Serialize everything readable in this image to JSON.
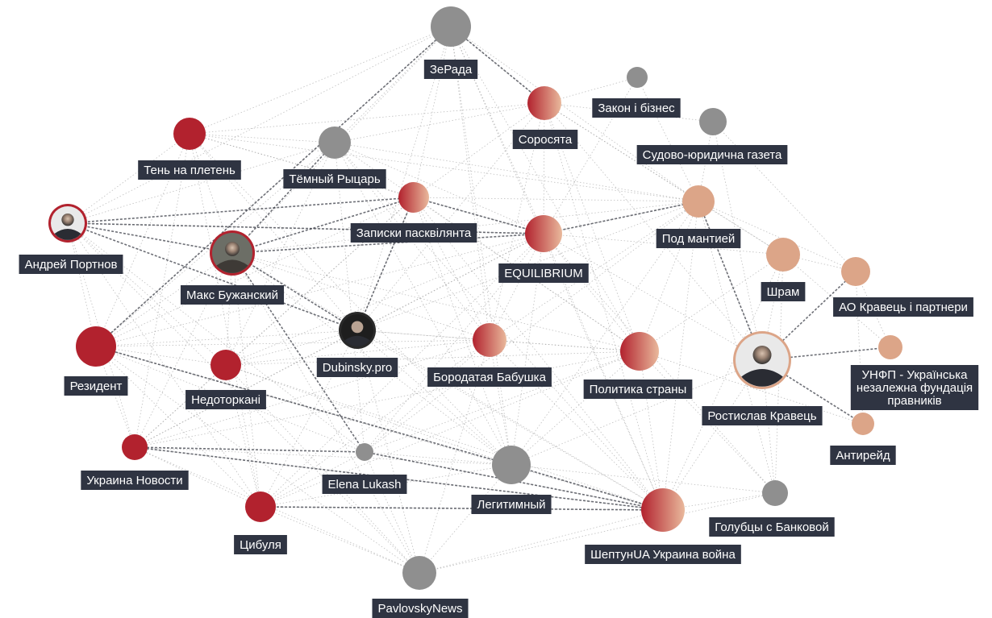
{
  "colors": {
    "red": "#b2222e",
    "gray": "#8f8f8f",
    "peach": "#dca588",
    "label_bg": "#2f3442",
    "edge": "#8a8a8a"
  },
  "nodes": [
    {
      "id": "zerada",
      "label": "ЗеРада",
      "kind": "gray"
    },
    {
      "id": "zakon",
      "label": "Закон і бізнес",
      "kind": "gray"
    },
    {
      "id": "sorosyata",
      "label": "Соросята",
      "kind": "gradient"
    },
    {
      "id": "sudovo",
      "label": "Судово-юридична газета",
      "kind": "gray"
    },
    {
      "id": "ten",
      "label": "Тень на плетень",
      "kind": "red"
    },
    {
      "id": "temny",
      "label": "Тёмный Рыцарь",
      "kind": "gray"
    },
    {
      "id": "zapiski",
      "label": "Записки пасквілянта",
      "kind": "gradient"
    },
    {
      "id": "pod",
      "label": "Под мантией",
      "kind": "peach"
    },
    {
      "id": "portnov",
      "label": "Андрей Портнов",
      "kind": "photo",
      "icon": "person-photo-icon"
    },
    {
      "id": "buzhansky",
      "label": "Макс Бужанский",
      "kind": "photo",
      "icon": "person-photo-icon"
    },
    {
      "id": "equilibrium",
      "label": "EQUILIBRIUM",
      "kind": "gradient"
    },
    {
      "id": "shram",
      "label": "Шрам",
      "kind": "peach"
    },
    {
      "id": "ao",
      "label": "АО Кравець і партнери",
      "kind": "peach"
    },
    {
      "id": "rezident",
      "label": "Резидент",
      "kind": "red"
    },
    {
      "id": "dubinsky",
      "label": "Dubinsky.pro",
      "kind": "photo",
      "icon": "person-photo-icon"
    },
    {
      "id": "borodataya",
      "label": "Бородатая Бабушка",
      "kind": "gradient"
    },
    {
      "id": "politika",
      "label": "Политика страны",
      "kind": "gradient"
    },
    {
      "id": "kravets",
      "label": "Ростислав Кравець",
      "kind": "photo",
      "icon": "person-photo-icon"
    },
    {
      "id": "unfp",
      "label": "УНФП - Українська незалежна фундація правників",
      "label_lines": [
        "УНФП - Українська",
        "незалежна фундація",
        "правників"
      ],
      "kind": "peach"
    },
    {
      "id": "nedotorkani",
      "label": "Недоторкані",
      "kind": "red"
    },
    {
      "id": "antireid",
      "label": "Антирейд",
      "kind": "peach"
    },
    {
      "id": "ukraina",
      "label": "Украина Новости",
      "kind": "red"
    },
    {
      "id": "lukash",
      "label": "Elena Lukash",
      "kind": "gray"
    },
    {
      "id": "legitimny",
      "label": "Легитимный",
      "kind": "gray"
    },
    {
      "id": "golubtsy",
      "label": "Голубцы с Банковой",
      "kind": "gray"
    },
    {
      "id": "tsybulya",
      "label": "Цибуля",
      "kind": "red"
    },
    {
      "id": "sheptun",
      "label": "ШептунUA Украина война",
      "kind": "gradient"
    },
    {
      "id": "pavlovsky",
      "label": "PavlovskyNews",
      "kind": "gray"
    }
  ]
}
